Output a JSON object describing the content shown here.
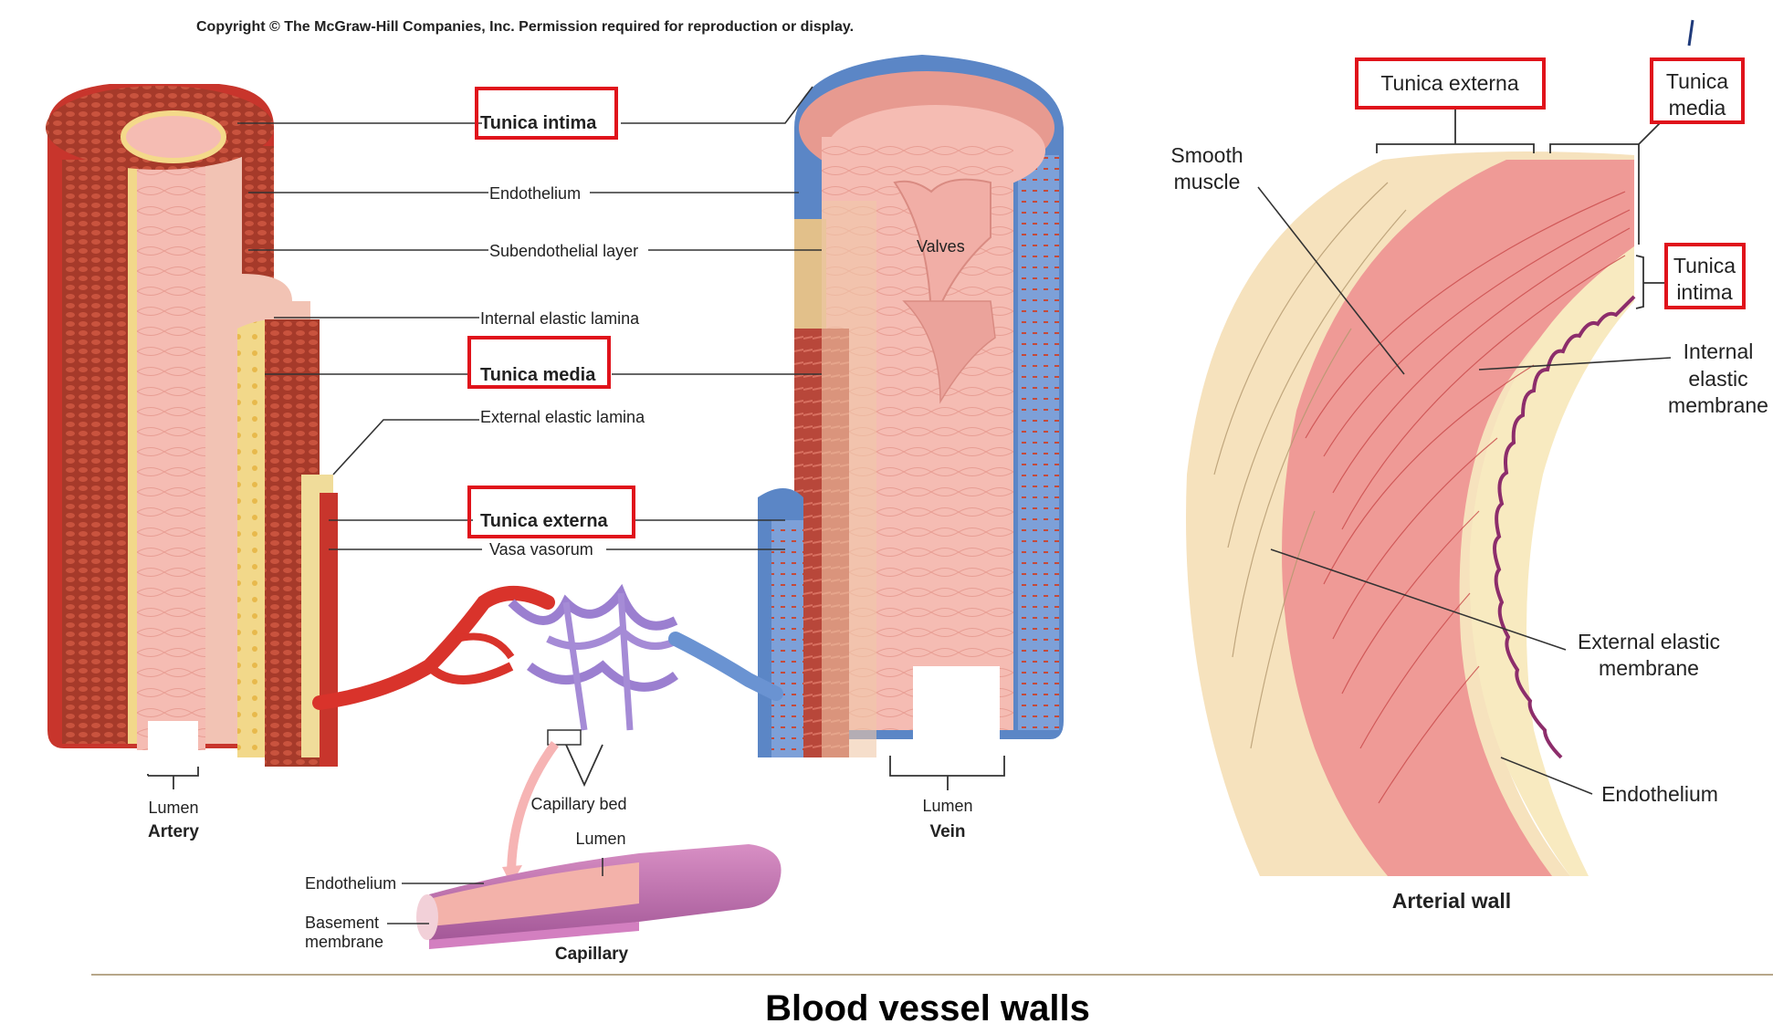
{
  "copyright": "Copyright © The McGraw-Hill Companies, Inc. Permission required for reproduction or display.",
  "slide_title": "Blood vessel walls",
  "left_diagram": {
    "highlighted_labels": {
      "tunica_intima": "Tunica intima",
      "tunica_media": "Tunica media",
      "tunica_externa": "Tunica externa"
    },
    "labels": {
      "endothelium": "Endothelium",
      "subendothelial_layer": "Subendothelial layer",
      "internal_elastic_lamina": "Internal elastic lamina",
      "external_elastic_lamina": "External elastic lamina",
      "vasa_vasorum": "Vasa vasorum",
      "valves": "Valves",
      "artery_lumen": "Lumen",
      "artery": "Artery",
      "vein_lumen": "Lumen",
      "vein": "Vein",
      "capillary_bed": "Capillary bed",
      "capillary_lumen": "Lumen",
      "capillary_endothelium": "Endothelium",
      "basement_membrane_1": "Basement",
      "basement_membrane_2": "membrane",
      "capillary": "Capillary"
    }
  },
  "right_diagram": {
    "highlighted_labels": {
      "tunica_externa": "Tunica externa",
      "tunica_media_1": "Tunica",
      "tunica_media_2": "media",
      "tunica_intima_1": "Tunica",
      "tunica_intima_2": "intima"
    },
    "labels": {
      "smooth_muscle_1": "Smooth",
      "smooth_muscle_2": "muscle",
      "internal_elastic_1": "Internal",
      "internal_elastic_2": "elastic",
      "internal_elastic_3": "membrane",
      "external_elastic_1": "External elastic",
      "external_elastic_2": "membrane",
      "endothelium": "Endothelium",
      "caption": "Arterial wall"
    }
  },
  "colors": {
    "highlight_box": "#e0131b",
    "artery_red": "#b8342b",
    "vein_blue": "#5b86c6",
    "intima_pink": "#f2b7b0",
    "elastic_yellow": "#f4d98a",
    "divider": "#b7a78a"
  }
}
